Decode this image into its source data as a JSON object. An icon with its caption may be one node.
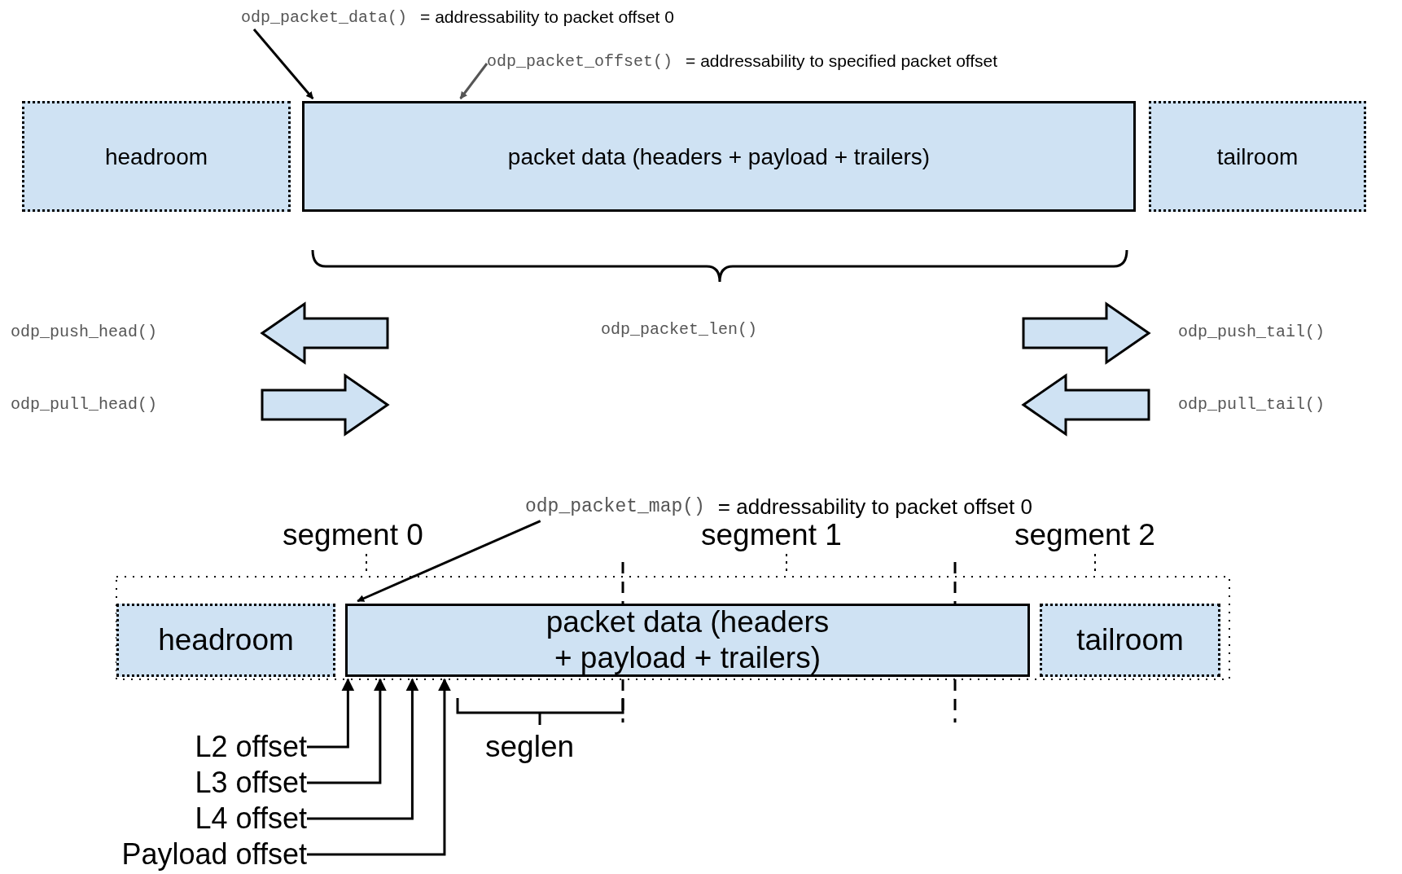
{
  "diagram": {
    "nodes": [
      {
        "text": [
          "odp_packet_data()",
          "= addressability to packet offset 0"
        ]
      },
      {
        "text": [
          "odp_packet_offset()",
          "= addressability to specified packet offset"
        ]
      },
      {
        "text": [
          "headroom"
        ]
      },
      {
        "text": [
          "packet data (headers + payload + trailers)"
        ]
      },
      {
        "text": [
          "tailroom"
        ]
      },
      {
        "text": [
          "odp_packet_map()",
          "= addressability to packet offset 0"
        ]
      },
      {
        "text": [
          "headroom"
        ]
      },
      {
        "text": [
          "packet data (headers + payload + trailers)"
        ]
      },
      {
        "text": [
          "tailroom"
        ]
      },
      {
        "text": [
          "L2 offset"
        ]
      },
      {
        "text": [
          "L3 offset"
        ]
      },
      {
        "text": [
          "L4 offset"
        ]
      },
      {
        "text": [
          "Payload offset"
        ]
      }
    ],
    "edges": [
      {
        "from": 0,
        "to": 3,
        "arrow": "to"
      },
      {
        "from": 1,
        "to": 3,
        "arrow": "to",
        "color": "#555555"
      },
      {
        "from": 5,
        "to": 7,
        "arrow": "to"
      },
      {
        "from": 9,
        "to": 7,
        "arrow": "to"
      },
      {
        "from": 10,
        "to": 7,
        "arrow": "to"
      },
      {
        "from": 11,
        "to": 7,
        "arrow": "to"
      },
      {
        "from": 12,
        "to": 7,
        "arrow": "to"
      }
    ],
    "labels": [
      "odp_push_head()",
      "odp_packet_len()",
      "odp_push_tail()",
      "odp_pull_head()",
      "odp_pull_tail()",
      "segment 0",
      "segment 1",
      "segment 2",
      "seglen"
    ]
  }
}
